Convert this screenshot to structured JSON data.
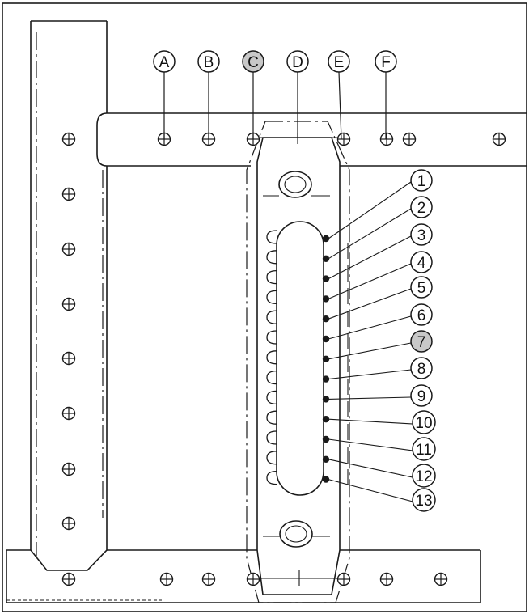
{
  "top_callouts": [
    {
      "label": "A",
      "highlighted": false
    },
    {
      "label": "B",
      "highlighted": false
    },
    {
      "label": "C",
      "highlighted": true
    },
    {
      "label": "D",
      "highlighted": false
    },
    {
      "label": "E",
      "highlighted": false
    },
    {
      "label": "F",
      "highlighted": false
    }
  ],
  "side_callouts": [
    {
      "label": "1",
      "highlighted": false
    },
    {
      "label": "2",
      "highlighted": false
    },
    {
      "label": "3",
      "highlighted": false
    },
    {
      "label": "4",
      "highlighted": false
    },
    {
      "label": "5",
      "highlighted": false
    },
    {
      "label": "6",
      "highlighted": false
    },
    {
      "label": "7",
      "highlighted": true
    },
    {
      "label": "8",
      "highlighted": false
    },
    {
      "label": "9",
      "highlighted": false
    },
    {
      "label": "10",
      "highlighted": false
    },
    {
      "label": "11",
      "highlighted": false
    },
    {
      "label": "12",
      "highlighted": false
    },
    {
      "label": "13",
      "highlighted": false
    }
  ],
  "colors": {
    "line": "#1a1a1a",
    "highlight_fill": "#c8c8c8",
    "background": "#ffffff"
  }
}
